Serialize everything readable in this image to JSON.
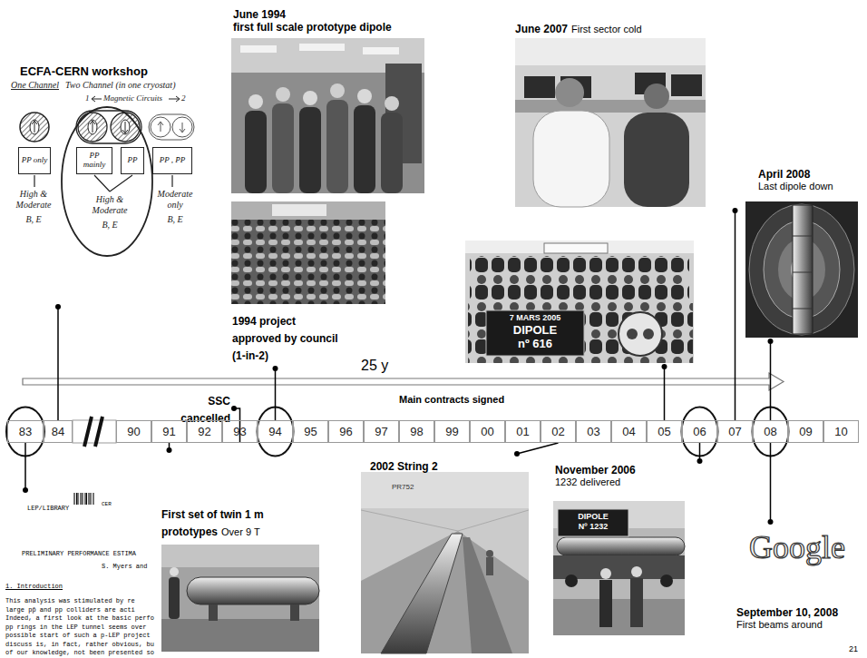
{
  "diagram": {
    "nodes": [
      {
        "text": [
          "ECFA-CERN workshop"
        ]
      },
      {
        "text": [
          "PP only"
        ],
        "in": 0
      },
      {
        "text": [
          "PP mainly"
        ],
        "in": 0
      },
      {
        "text": [
          "PP"
        ],
        "in": 0
      },
      {
        "text": [
          "PP , P̄P"
        ],
        "in": 0
      },
      {
        "text": [
          "June 1994",
          "first full scale prototype dipole"
        ]
      },
      {
        "text": [
          "June 2007",
          "First sector cold"
        ]
      },
      {
        "text": [
          "1994 project approved by council (1-in-2)"
        ]
      },
      {
        "text": [
          "7 MARS 2005",
          "DIPOLE",
          "nº 616"
        ]
      },
      {
        "text": [
          "April 2008",
          "Last dipole down"
        ]
      },
      {
        "text": [
          "SSC cancelled"
        ]
      },
      {
        "text": [
          "83"
        ]
      },
      {
        "text": [
          "84"
        ]
      },
      {
        "text": [
          "90"
        ]
      },
      {
        "text": [
          "91"
        ]
      },
      {
        "text": [
          "92"
        ]
      },
      {
        "text": [
          "93"
        ]
      },
      {
        "text": [
          "94"
        ]
      },
      {
        "text": [
          "95"
        ]
      },
      {
        "text": [
          "96"
        ]
      },
      {
        "text": [
          "97"
        ]
      },
      {
        "text": [
          "98"
        ]
      },
      {
        "text": [
          "99"
        ]
      },
      {
        "text": [
          "00"
        ]
      },
      {
        "text": [
          "01"
        ]
      },
      {
        "text": [
          "02"
        ]
      },
      {
        "text": [
          "03"
        ]
      },
      {
        "text": [
          "04"
        ]
      },
      {
        "text": [
          "05"
        ]
      },
      {
        "text": [
          "06"
        ]
      },
      {
        "text": [
          "07"
        ]
      },
      {
        "text": [
          "08"
        ]
      },
      {
        "text": [
          "09"
        ]
      },
      {
        "text": [
          "10"
        ]
      },
      {
        "text": [
          "LEP/LIBRARY",
          "CER",
          "PRELIMINARY PERFORMANCE ESTIMA",
          "S. Myers and",
          "1. Introduction",
          "This analysis was stimulated by re",
          "large pp̄ and pp colliders are acti",
          "Indeed, a first look at the basic perfo",
          "pp rings in the LEP tunnel seems over",
          "possible start of such a p-LEP project",
          "discuss is, in fact, rather obvious, bu",
          "of our knowledge, not been presented so"
        ]
      },
      {
        "text": [
          "First set of twin 1 m prototypes",
          "Over 9 T"
        ]
      },
      {
        "text": [
          "2002 String 2",
          "PR752"
        ]
      },
      {
        "text": [
          "November 2006",
          "1232 delivered",
          "DIPOLE",
          "Nº 1232"
        ]
      },
      {
        "text": [
          "Google",
          "September 10, 2008",
          "First beams around"
        ]
      }
    ],
    "edges": [
      {
        "from": 0,
        "to": 12,
        "arrow": "none"
      },
      {
        "from": 7,
        "to": 17,
        "arrow": "none"
      },
      {
        "from": 10,
        "to": 16,
        "arrow": "none"
      },
      {
        "from": 8,
        "to": 28,
        "arrow": "none"
      },
      {
        "from": 6,
        "to": 30,
        "arrow": "none"
      },
      {
        "from": 9,
        "to": 31,
        "arrow": "none"
      },
      {
        "from": 34,
        "to": 11,
        "arrow": "none"
      },
      {
        "from": 35,
        "to": 14,
        "arrow": "none"
      },
      {
        "from": 36,
        "to": 25,
        "arrow": "none"
      },
      {
        "from": 37,
        "to": 29,
        "arrow": "none"
      },
      {
        "from": 38,
        "to": 31,
        "arrow": "none"
      }
    ],
    "labels": [
      "25 y",
      "Main contracts signed",
      "One Channel",
      "Two Channel (in one cryostat)",
      "1",
      "Magnetic Circuits",
      "2",
      "High & Moderate",
      "B, E",
      "High & Moderate",
      "B, E",
      "Moderate only",
      "B, E",
      "21"
    ]
  }
}
